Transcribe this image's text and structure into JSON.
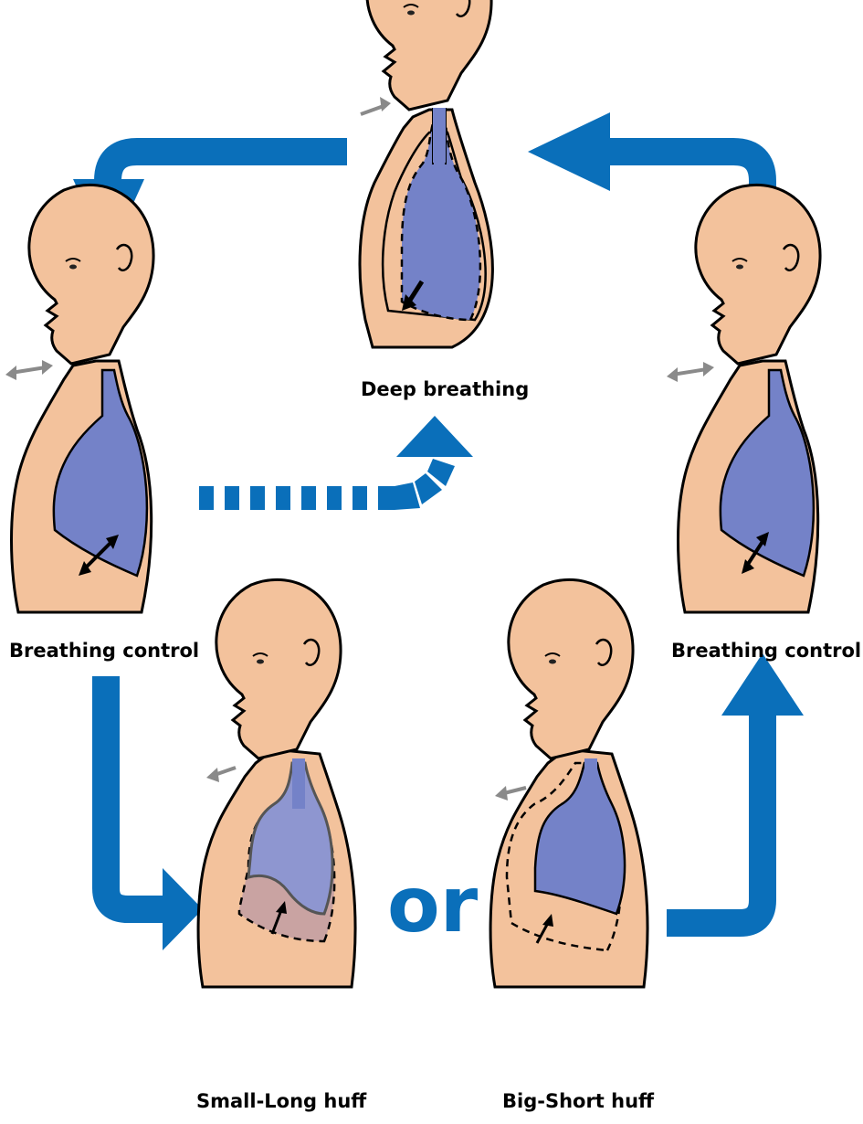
{
  "colors": {
    "arrow": "#0a6fba",
    "skin": "#f3c29c",
    "lung": "#7482c8",
    "lung_light": "#8e96d0",
    "residual": "#c9a3a2",
    "outline": "#000000",
    "airflow": "#8a8a8a"
  },
  "labels": {
    "deep_breathing": "Deep breathing",
    "breathing_control_left": "Breathing control",
    "breathing_control_right": "Breathing control",
    "small_long_huff": "Small-Long huff",
    "big_short_huff": "Big-Short huff",
    "or": "or"
  },
  "icons": {
    "figure": "human-torso-profile",
    "lungs": "lung-shape",
    "flow": "arrow"
  }
}
